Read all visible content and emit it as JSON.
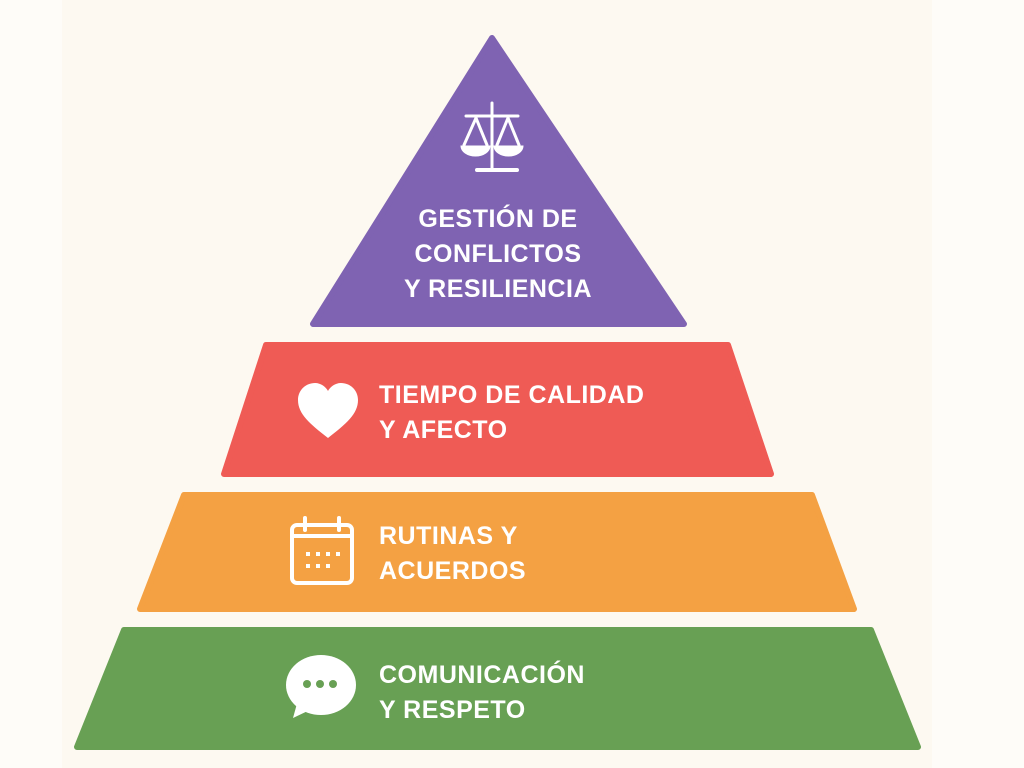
{
  "pyramid": {
    "levels": [
      {
        "label_lines": [
          "GESTIÓN DE",
          "CONFLICTOS",
          "Y RESILIENCIA"
        ],
        "icon": "scales-icon",
        "color": "#7f63b2"
      },
      {
        "label_lines": [
          "TIEMPO DE CALIDAD",
          "Y AFECTO"
        ],
        "icon": "heart-icon",
        "color": "#ef5b55"
      },
      {
        "label_lines": [
          "RUTINAS Y",
          "ACUERDOS"
        ],
        "icon": "calendar-icon",
        "color": "#f4a143"
      },
      {
        "label_lines": [
          "COMUNICACIÓN",
          "Y RESPETO"
        ],
        "icon": "speech-bubble-icon",
        "color": "#68a054"
      }
    ]
  }
}
